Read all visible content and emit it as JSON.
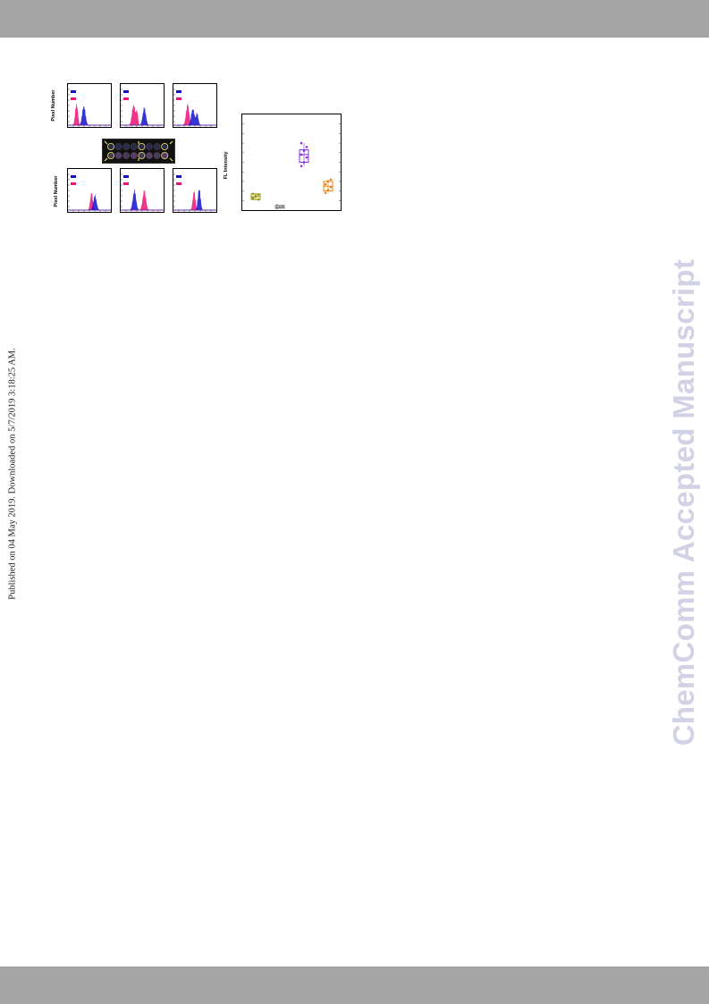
{
  "header": {
    "color": "#a6a6a6"
  },
  "footer": {
    "color": "#a6a6a6"
  },
  "published_note": "Published on 04 May 2019. Downloaded on 5/7/2019 3:18:25 AM.",
  "watermark": "ChemComm Accepted Manuscript",
  "figure": {
    "histogram_ylabel": "Pixel Number",
    "boxplot_ylabel": "FL Intensity",
    "colors": {
      "blue": "#1010d0",
      "pink": "#ee1177"
    },
    "chart_data": [
      {
        "type": "area",
        "panel": "top-1",
        "series": [
          {
            "color": "pink",
            "peaks": [
              [
                0.2,
                0.95,
                0.04
              ]
            ]
          },
          {
            "color": "blue",
            "peaks": [
              [
                0.37,
                0.85,
                0.05
              ]
            ]
          }
        ]
      },
      {
        "type": "area",
        "panel": "top-2",
        "series": [
          {
            "color": "pink",
            "peaks": [
              [
                0.3,
                0.9,
                0.05
              ],
              [
                0.38,
                0.6,
                0.03
              ]
            ]
          },
          {
            "color": "blue",
            "peaks": [
              [
                0.55,
                0.75,
                0.05
              ]
            ]
          }
        ]
      },
      {
        "type": "area",
        "panel": "top-3",
        "series": [
          {
            "color": "pink",
            "peaks": [
              [
                0.33,
                0.88,
                0.05
              ]
            ]
          },
          {
            "color": "blue",
            "peaks": [
              [
                0.45,
                0.72,
                0.05
              ],
              [
                0.55,
                0.5,
                0.04
              ]
            ]
          }
        ]
      },
      {
        "type": "area",
        "panel": "bottom-1",
        "series": [
          {
            "color": "pink",
            "peaks": [
              [
                0.55,
                0.75,
                0.04
              ]
            ]
          },
          {
            "color": "blue",
            "peaks": [
              [
                0.63,
                0.62,
                0.05
              ]
            ]
          }
        ]
      },
      {
        "type": "area",
        "panel": "bottom-2",
        "series": [
          {
            "color": "blue",
            "peaks": [
              [
                0.32,
                0.85,
                0.05
              ]
            ]
          },
          {
            "color": "pink",
            "peaks": [
              [
                0.55,
                0.85,
                0.05
              ]
            ]
          }
        ]
      },
      {
        "type": "area",
        "panel": "bottom-3",
        "series": [
          {
            "color": "pink",
            "peaks": [
              [
                0.48,
                0.8,
                0.04
              ]
            ]
          },
          {
            "color": "blue",
            "peaks": [
              [
                0.6,
                0.95,
                0.04
              ]
            ]
          }
        ]
      },
      {
        "type": "scatter",
        "panel": "box",
        "groups": [
          {
            "color": "#9a9a1a",
            "median": 0.14,
            "q1": 0.11,
            "q3": 0.17,
            "points": [
              0.12,
              0.14,
              0.16,
              0.13,
              0.15,
              0.11,
              0.17
            ]
          },
          {
            "color": "#888888",
            "median": 0.03,
            "q1": 0.02,
            "q3": 0.05,
            "points": [
              0.02,
              0.03,
              0.04,
              0.05,
              0.03
            ]
          },
          {
            "color": "#8a2be2",
            "median": 0.58,
            "q1": 0.5,
            "q3": 0.63,
            "points": [
              0.46,
              0.5,
              0.55,
              0.58,
              0.62,
              0.66,
              0.7
            ]
          },
          {
            "color": "#f08010",
            "median": 0.25,
            "q1": 0.2,
            "q3": 0.3,
            "points": [
              0.18,
              0.21,
              0.24,
              0.27,
              0.3,
              0.32
            ]
          }
        ]
      }
    ]
  }
}
